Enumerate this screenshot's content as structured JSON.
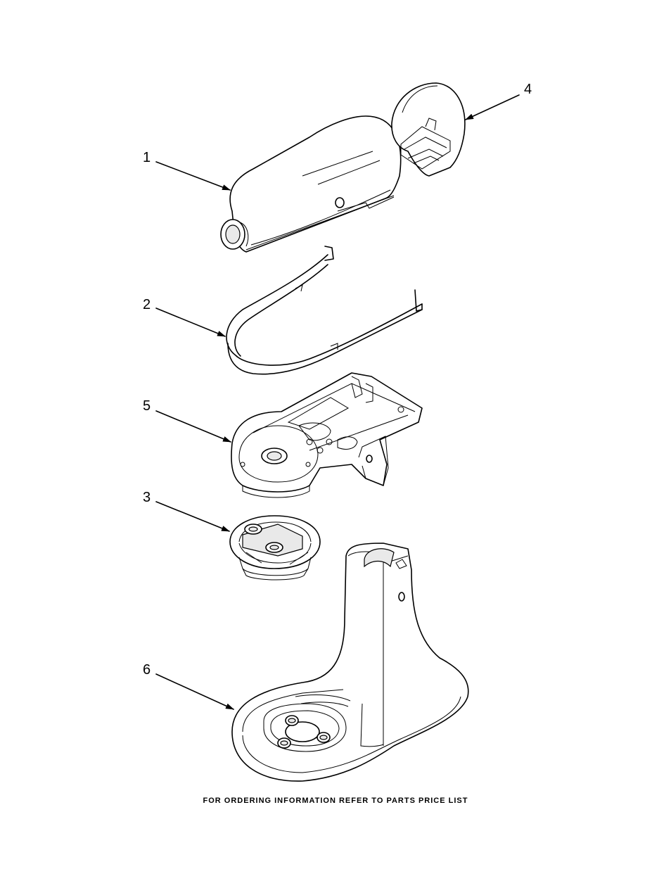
{
  "callouts": {
    "p1": "1",
    "p2": "2",
    "p3": "3",
    "p4": "4",
    "p5": "5",
    "p6": "6"
  },
  "footer_text": "FOR ORDERING INFORMATION REFER TO PARTS PRICE LIST"
}
